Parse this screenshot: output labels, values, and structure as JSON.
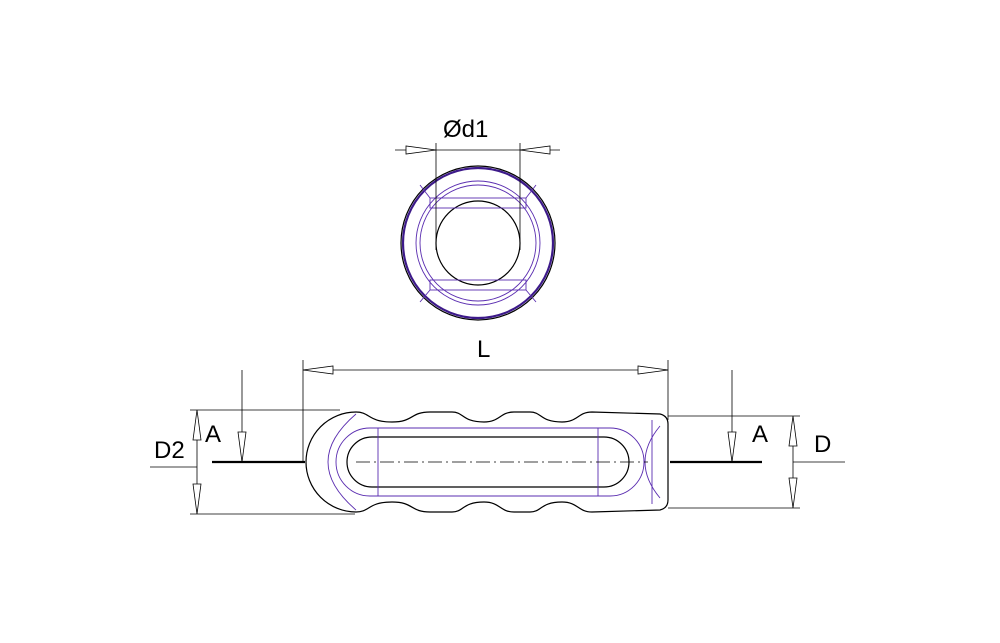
{
  "labels": {
    "bore_diameter": "Ød1",
    "length": "L",
    "end_diameter": "D2",
    "section_left": "A",
    "section_right": "A",
    "outer_diameter": "D"
  }
}
